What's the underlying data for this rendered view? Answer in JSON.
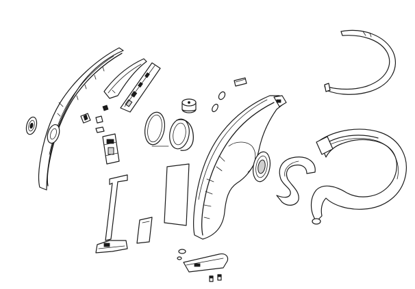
{
  "diagram": {
    "type": "exploded-view-line-drawing",
    "parts": [
      "front-cover-arc",
      "inner-cover-panel",
      "circuit-board-strip",
      "small-clip-parts",
      "slider-bracket",
      "ribbon-cable",
      "foam-pad",
      "speaker-ring",
      "speaker-cylinder",
      "knob-cap",
      "small-buttons",
      "rear-housing",
      "round-grille",
      "tube-elbow",
      "ear-hook-wire",
      "ear-hook",
      "base-clip",
      "screws"
    ],
    "stroke_color": "#1a1a1a",
    "background_color": "#ffffff"
  }
}
